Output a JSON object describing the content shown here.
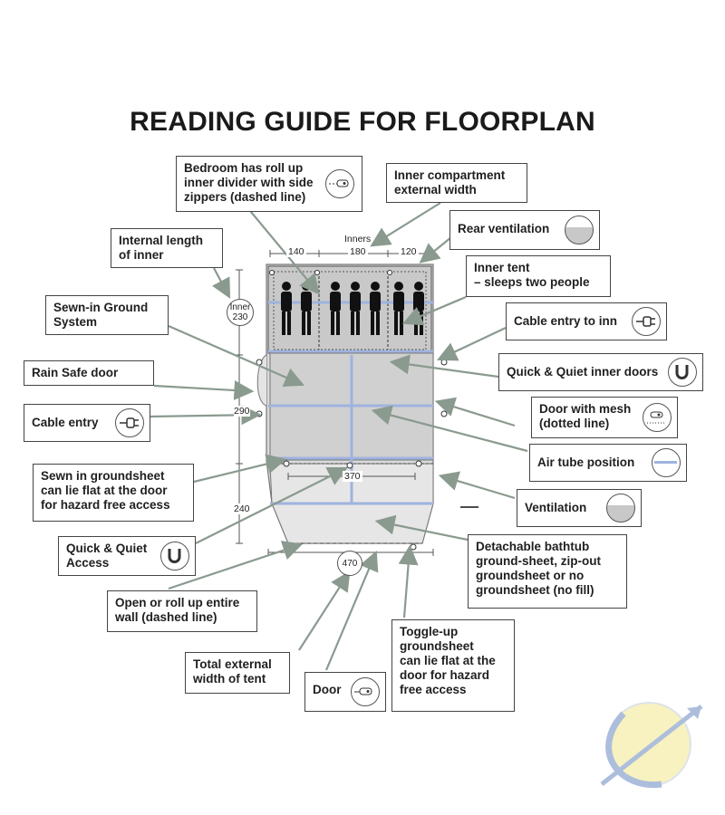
{
  "title": "READING GUIDE FOR FLOORPLAN",
  "callouts": {
    "bedroom_divider": "Bedroom has roll up\ninner divider with side\nzippers (dashed line)",
    "inner_comp_width": "Inner compartment\nexternal width",
    "rear_ventilation": "Rear ventilation",
    "internal_length": "Internal length\nof inner",
    "inner_tent": "Inner tent\n– sleeps two people",
    "sewn_ground": "Sewn-in Ground\nSystem",
    "cable_entry_inner": "Cable entry to inn",
    "rain_safe": "Rain Safe door",
    "quick_quiet_inner": "Quick & Quiet inner doors",
    "door_mesh": "Door with mesh\n(dotted line)",
    "cable_entry": "Cable entry",
    "air_tube": "Air tube position",
    "sewn_groundsheet": "Sewn in groundsheet\ncan lie flat at the door\nfor hazard free access",
    "ventilation": "Ventilation",
    "quick_quiet_access": "Quick & Quiet\nAccess",
    "detachable_bathtub": "Detachable bathtub\nground-sheet, zip-out\ngroundsheet or no\ngroundsheet (no fill)",
    "open_roll_wall": "Open or roll up entire\nwall (dashed line)",
    "toggle_up": "Toggle-up\ngroundsheet\ncan lie flat at the\ndoor for hazard\nfree access",
    "total_width": "Total external\nwidth of tent",
    "door": "Door"
  },
  "dimensions": {
    "inners_label": "Inners",
    "w_140": "140",
    "w_180": "180",
    "w_120": "120",
    "inner_label": "Inner",
    "inner_230": "230",
    "d_290": "290",
    "d_370": "370",
    "d_240": "240",
    "d_470": "470"
  },
  "icons": [
    "zipper-divider-icon",
    "rear-vent-icon",
    "plug-icon",
    "magnet-icon",
    "mesh-door-icon",
    "air-tube-icon",
    "vent-icon",
    "door-icon",
    "logo-bow-arrow-icon"
  ],
  "colors": {
    "floor": "#d9d9d9",
    "floor_dark": "#c4c4c4",
    "inner": "#c8c8c8",
    "air_tube": "#9fb3de",
    "line": "#888888",
    "arrow": "#8a9a8e",
    "logo": "#f6f0b4"
  }
}
